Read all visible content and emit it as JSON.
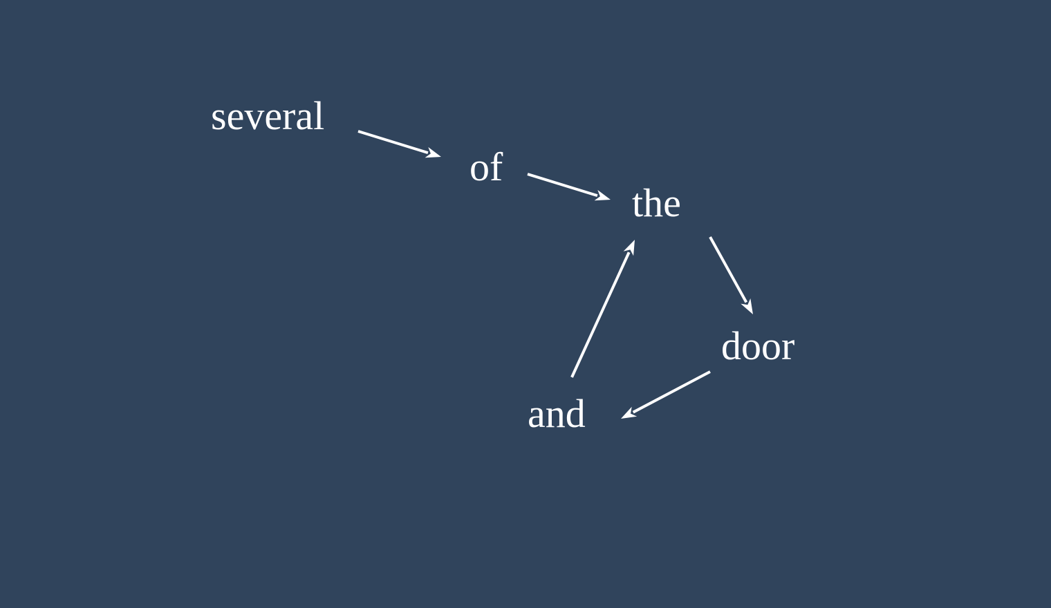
{
  "diagram": {
    "background_color": "#30445c",
    "foreground_color": "#ffffff",
    "nodes": [
      {
        "id": "several",
        "label": "several"
      },
      {
        "id": "of",
        "label": "of"
      },
      {
        "id": "the",
        "label": "the"
      },
      {
        "id": "door",
        "label": "door"
      },
      {
        "id": "and",
        "label": "and"
      }
    ],
    "edges": [
      {
        "from": "several",
        "to": "of"
      },
      {
        "from": "of",
        "to": "the"
      },
      {
        "from": "the",
        "to": "door"
      },
      {
        "from": "door",
        "to": "and"
      },
      {
        "from": "and",
        "to": "the"
      }
    ]
  }
}
